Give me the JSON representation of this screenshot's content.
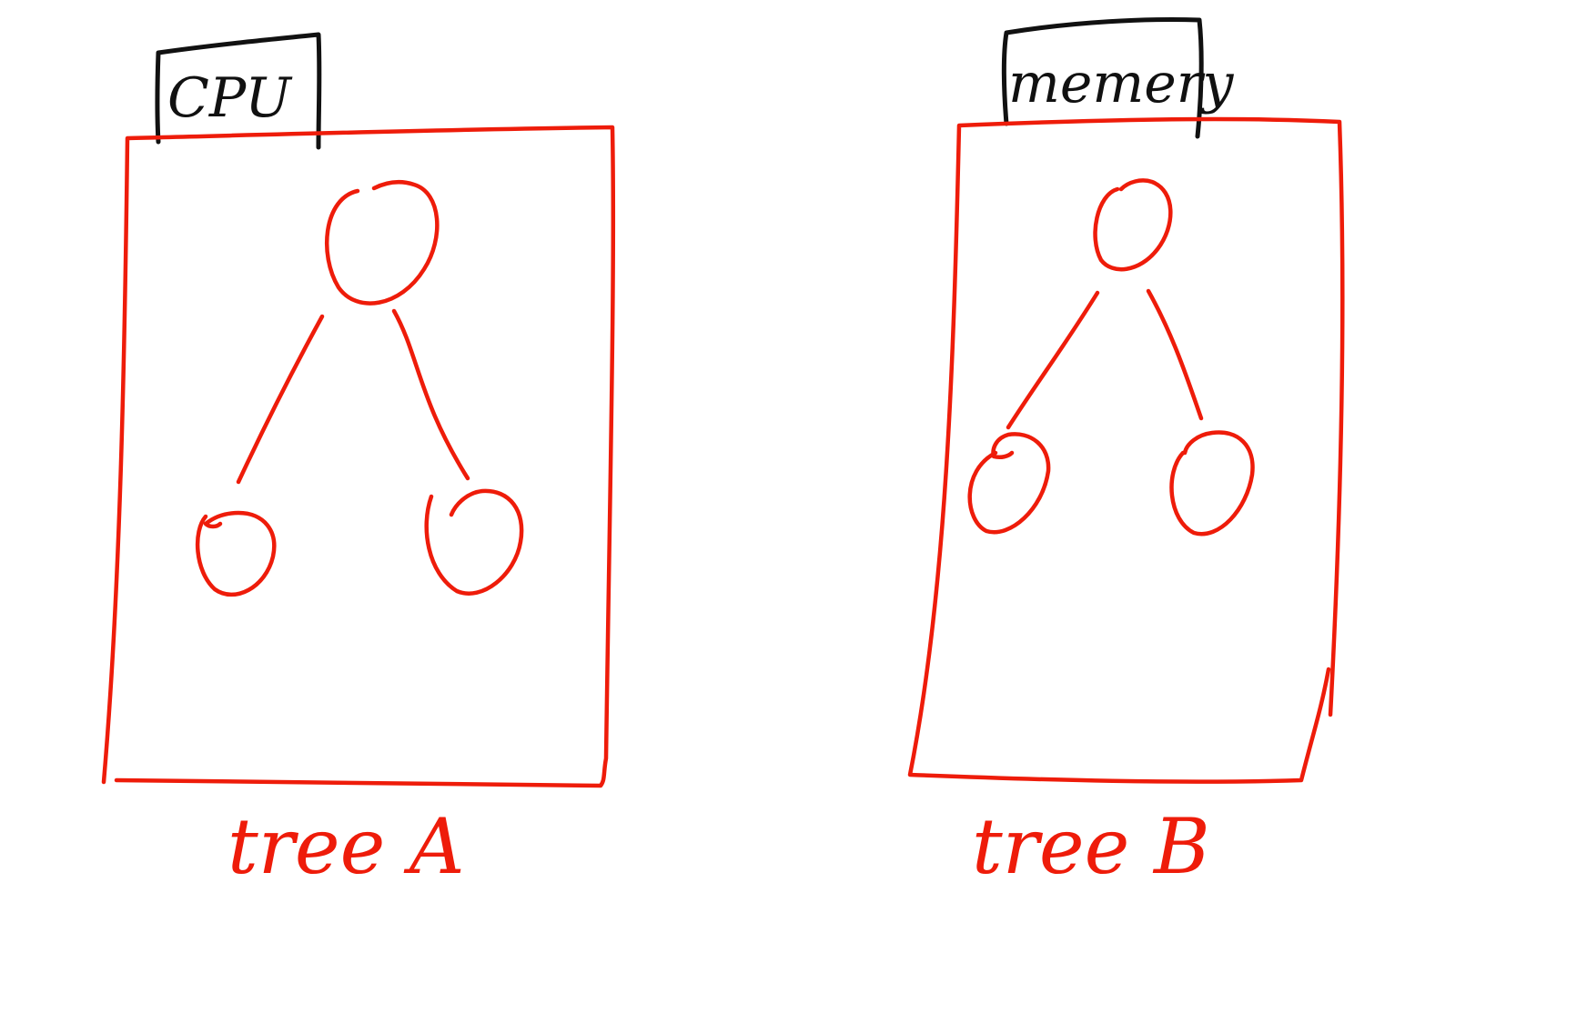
{
  "diagram": {
    "trees": [
      {
        "tag": "CPU",
        "caption": "tree A"
      },
      {
        "tag": "memery",
        "caption": "tree B"
      }
    ],
    "colors": {
      "tree_ink": "#ee1c0a",
      "tag_ink": "#111111",
      "background": "#ffffff"
    }
  }
}
